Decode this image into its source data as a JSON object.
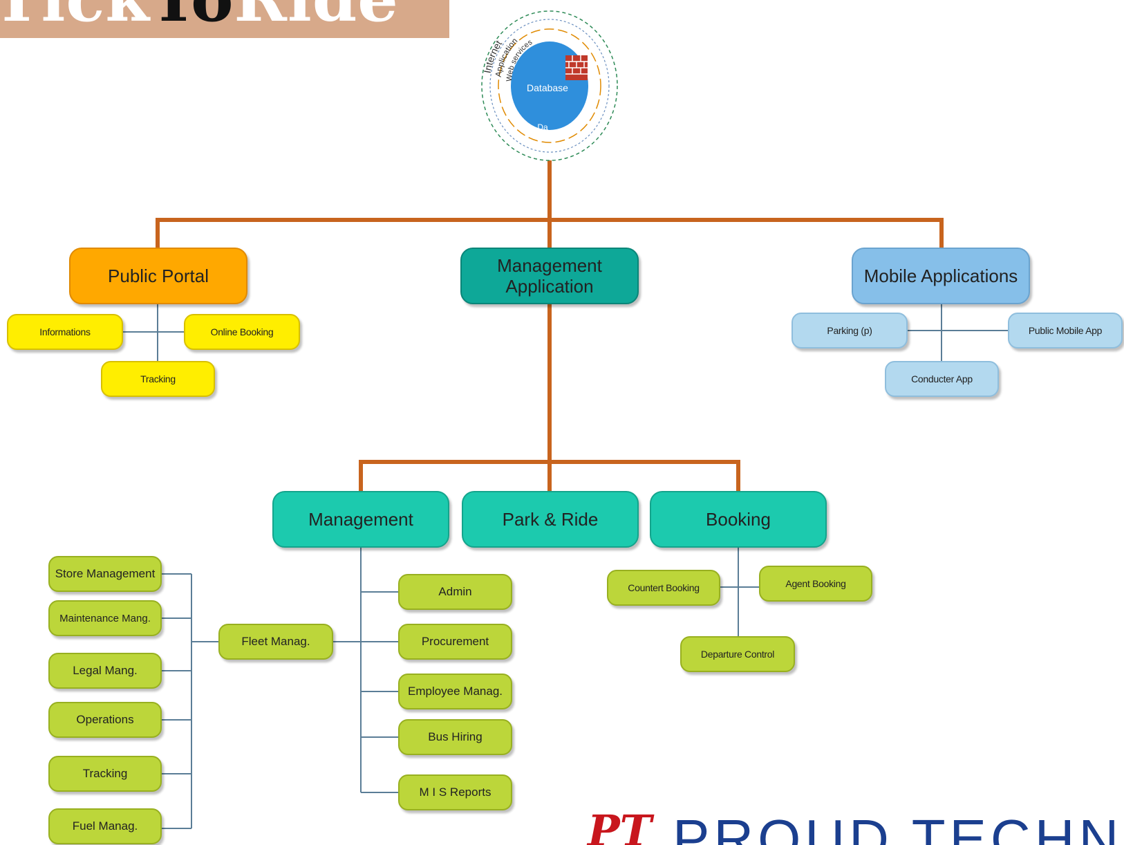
{
  "banner": {
    "text_light": "Tick",
    "text_dark": "To",
    "text_light2": "Ride"
  },
  "hub": {
    "ring_outer": "Internet",
    "ring_mid": "Application",
    "ring_inner": "Web services",
    "core": "Database",
    "core_below": "Da"
  },
  "top_level": {
    "public_portal": "Public Portal",
    "management_application": "Management Application",
    "mobile_applications": "Mobile Applications"
  },
  "public_portal_items": {
    "informations": "Informations",
    "online_booking": "Online Booking",
    "tracking": "Tracking"
  },
  "mobile_items": {
    "parking": "Parking (p)",
    "public_mobile_app": "Public Mobile App",
    "conducter_app": "Conducter App"
  },
  "modules": {
    "management": "Management",
    "park_ride": "Park & Ride",
    "booking": "Booking"
  },
  "management_items": {
    "admin": "Admin",
    "procurement": "Procurement",
    "employee_manag": "Employee Manag.",
    "bus_hiring": "Bus Hiring",
    "mis_reports": "M I S Reports",
    "fleet_manag": "Fleet Manag."
  },
  "fleet_items": {
    "store_management": "Store Management",
    "maintenance_mang": "Maintenance Mang.",
    "legal_mang": "Legal Mang.",
    "operations": "Operations",
    "tracking": "Tracking",
    "fuel_manag": "Fuel Manag."
  },
  "booking_items": {
    "countert_booking": "Countert Booking",
    "agent_booking": "Agent Booking",
    "departure_control": "Departure Control"
  },
  "logo": {
    "mark": "PT",
    "text": "PROUD TECHNOLOGI"
  },
  "colors": {
    "connector_main": "#c8641e",
    "connector_sub": "#5a7d96",
    "yellow": "#ffee00",
    "orange": "#ffa800",
    "teal": "#1ccaae",
    "lime": "#bcd63a",
    "blue": "#86bfe9"
  }
}
